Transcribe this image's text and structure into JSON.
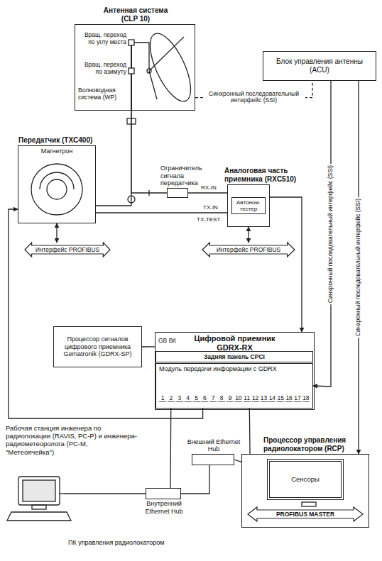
{
  "diagram": {
    "nodes": [
      {
        "text": [
          "Антенная система (CLP 10)"
        ]
      },
      {
        "text": [
          "Блок управления антенны (ACU)"
        ]
      },
      {
        "text": [
          "Передатчик (TXC400)",
          "Магнетрон"
        ]
      },
      {
        "text": [
          "Интерфейс PROFIBUS"
        ]
      },
      {
        "text": [
          "Ограничитель сигнала передатчика"
        ]
      },
      {
        "text": [
          "Аналоговая часть приемника (RXC510)",
          "Автоном. тестер"
        ]
      },
      {
        "text": [
          "Интерфейс PROFIBUS"
        ]
      },
      {
        "text": [
          "Процессор сигналов цифрового приемника Gematronik (GDRX-SP)"
        ]
      },
      {
        "text": [
          "Цифровой приемник GDRX-RX",
          "GB Bit"
        ]
      },
      {
        "text": [
          "Задняя панель CPCI"
        ],
        "in": 8
      },
      {
        "text": [
          "Модуль передачи информации с GDRX"
        ],
        "in": 8
      },
      {
        "text": [
          "Внутренний Ethernet Hub"
        ]
      },
      {
        "text": [
          "Внешний Ethernet Hub"
        ]
      },
      {
        "text": [
          "Процессор управления радиолокатором (RCP)"
        ]
      },
      {
        "text": [
          "Сенсоры"
        ],
        "in": 13
      },
      {
        "text": [
          "PROFIBUS MASTER"
        ],
        "in": 13
      }
    ],
    "edges": [
      {
        "from": 0,
        "to": 1,
        "arrow": "none",
        "label": "Синхронный последовательный интерфейс (SSI)"
      },
      {
        "from": 0,
        "to": 2,
        "arrow": "none"
      },
      {
        "from": 0,
        "to": 4,
        "arrow": "none"
      },
      {
        "from": 4,
        "to": 5,
        "arrow": "none"
      },
      {
        "from": 2,
        "to": 5,
        "arrow": "none"
      },
      {
        "from": 5,
        "to": 8,
        "arrow": "to"
      },
      {
        "from": 2,
        "to": 3,
        "arrow": "both"
      },
      {
        "from": 5,
        "to": 6,
        "arrow": "both"
      },
      {
        "from": 7,
        "to": 8,
        "arrow": "none"
      },
      {
        "from": 10,
        "to": 2,
        "arrow": "to"
      },
      {
        "from": 1,
        "to": 10,
        "arrow": "to",
        "label": "Синхронный последовательный интерфейс (SSI)"
      },
      {
        "from": 1,
        "to": 13,
        "arrow": "to",
        "label": "Синхронный последовательный интерфейс (SSI)"
      },
      {
        "from": 10,
        "to": 11,
        "arrow": "none"
      },
      {
        "from": 11,
        "to": 12,
        "arrow": "none"
      },
      {
        "from": 12,
        "to": 13,
        "arrow": "none"
      },
      {
        "from": 13,
        "to": 10,
        "arrow": "none"
      }
    ],
    "labels": [
      "Вращ. переход по углу места",
      "Вращ. переход по азимуту",
      "Волноводная система (WP)",
      "RX-IN",
      "TX-IN",
      "TX-TEST",
      "1",
      "2",
      "3",
      "4",
      "5",
      "6",
      "7",
      "8",
      "9",
      "10",
      "11",
      "12",
      "13",
      "14",
      "15",
      "16",
      "17",
      "18",
      "Рабочая станция инженера по радиолокации (RAVIS, PC-P) и инженера-радиометеоролога (PC-M, \"Метеоячейка\")",
      "ПК управления радиолокатором"
    ]
  }
}
